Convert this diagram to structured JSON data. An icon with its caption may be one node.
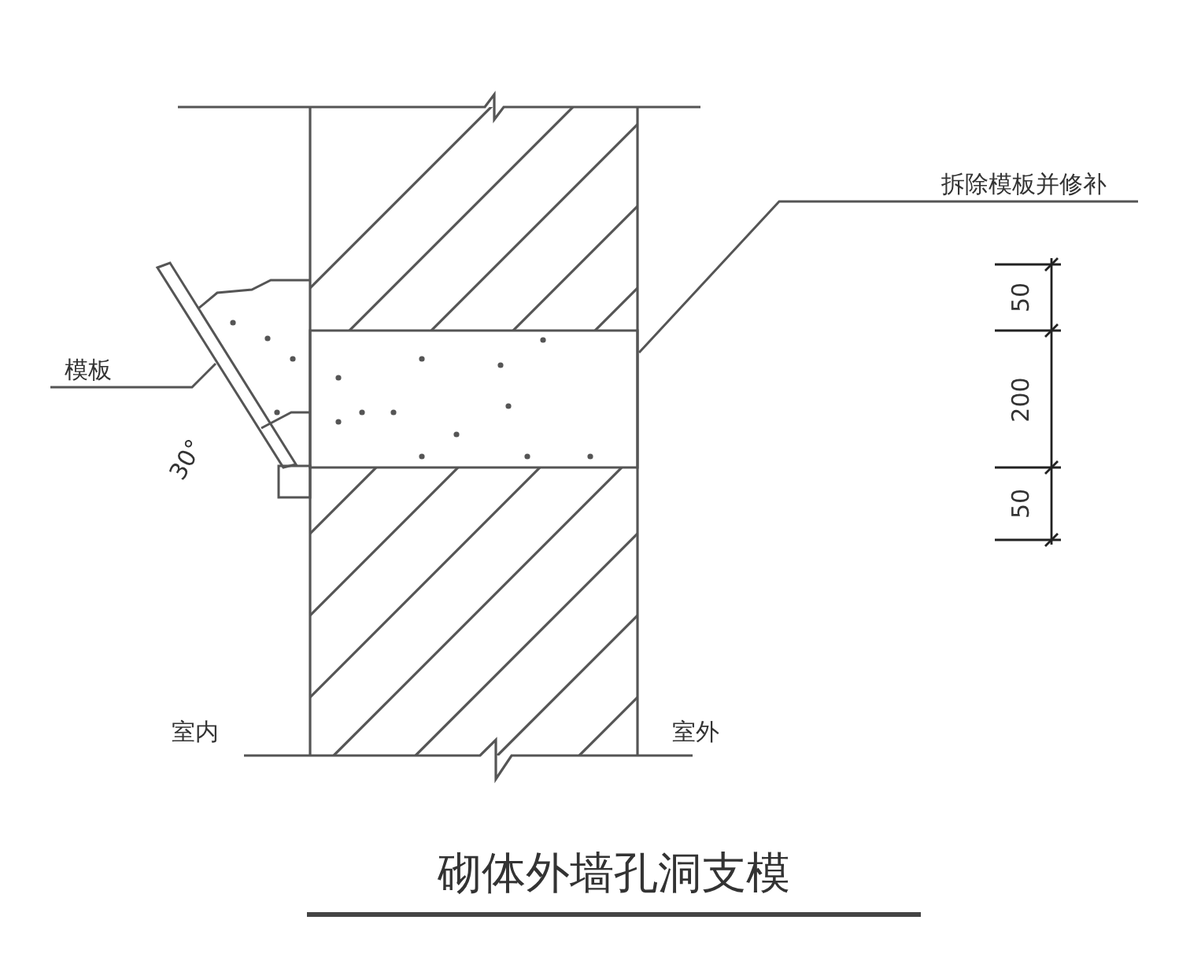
{
  "diagram": {
    "title": "砌体外墙孔洞支模",
    "nodes": [
      {
        "text": [
          "模板"
        ]
      },
      {
        "text": [],
        "shape": "bar"
      },
      {
        "text": [
          "拆除模板并修补"
        ]
      },
      {
        "text": [],
        "shape": "box"
      }
    ],
    "edges": [
      {
        "from": 0,
        "to": 1,
        "arrow": "none"
      },
      {
        "from": 2,
        "to": 3,
        "arrow": "none"
      }
    ],
    "labels": [
      "30°",
      "50",
      "200",
      "50",
      "室内",
      "室外"
    ]
  }
}
